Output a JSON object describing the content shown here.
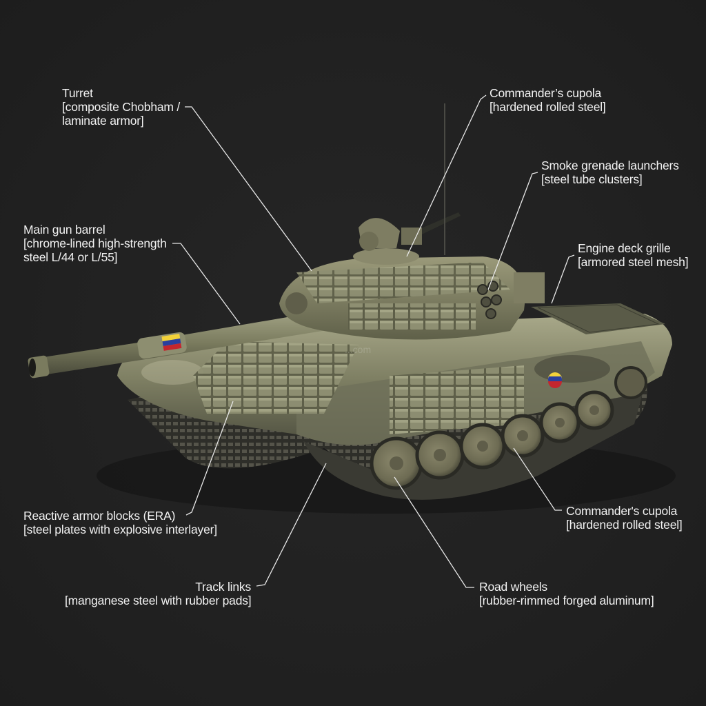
{
  "diagram": {
    "subject": "Main battle tank with explosive reactive armor",
    "background_color": "#222222",
    "text_color": "#f2f2f2",
    "leader_line_color": "#e8e8e8",
    "watermark": "...com",
    "flag": {
      "colors": [
        "#f2d13a",
        "#2a3f9e",
        "#c4262e"
      ],
      "stars": "white arc"
    }
  },
  "labels": [
    {
      "id": "turret",
      "title": "Turret",
      "sub1": "[composite Chobham /",
      "sub2": "laminate armor]"
    },
    {
      "id": "commander-cupola-top",
      "title": "Commander’s cupola",
      "sub1": "[hardened rolled steel]"
    },
    {
      "id": "smoke-launchers",
      "title": "Smoke grenade launchers",
      "sub1": "[steel tube clusters]"
    },
    {
      "id": "main-gun",
      "title": "Main gun barrel",
      "sub1": "[chrome-lined high-strength",
      "sub2": "steel L/44 or L/55]"
    },
    {
      "id": "engine-grille",
      "title": "Engine deck grille",
      "sub1": "[armored steel mesh]"
    },
    {
      "id": "era",
      "title": "Reactive armor blocks (ERA)",
      "sub1": "[steel plates with explosive interlayer]"
    },
    {
      "id": "commander-cupola-bottom",
      "title": "Commander's cupola",
      "sub1": "[hardened rolled steel]"
    },
    {
      "id": "track-links",
      "title": "Track links",
      "sub1": "[manganese steel with rubber pads]"
    },
    {
      "id": "road-wheels",
      "title": "Road wheels",
      "sub1": "[rubber-rimmed forged aluminum]"
    }
  ]
}
